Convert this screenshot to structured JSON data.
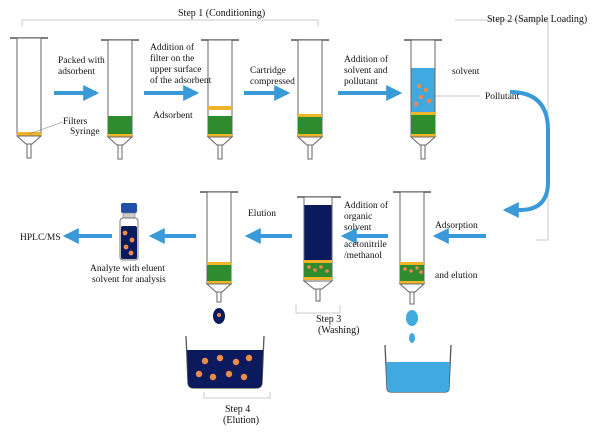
{
  "steps": {
    "s1": "Step 1  (Conditioning)",
    "s2": "Step 2  (Sample Loading)",
    "s3a": "Step 3",
    "s3b": "(Washing)",
    "s4a": "Step 4",
    "s4b": "(Elution)"
  },
  "labels": {
    "packed1": "Packed with",
    "packed2": "adsorbent",
    "filters": "Filters",
    "syringe": "Syringe",
    "addfilter1": "Addition of",
    "addfilter2": "filter on the",
    "addfilter3": "upper surface",
    "addfilter4": "of the adsorbent",
    "adsorbent": "Adsorbent",
    "cartridge1": "Cartridge",
    "cartridge2": "compressed",
    "addsolv1": "Addition of",
    "addsolv2": "solvent and",
    "addsolv3": "pollutant",
    "solvent": "solvent",
    "pollutant": "Pollutant",
    "adsorption": "Adsorption",
    "andelution": "and elution",
    "addorg1": "Addition of",
    "addorg2": "organic",
    "addorg3": "solvent",
    "acn1": "acetonitrile",
    "acn2": "/methanol",
    "elution": "Elution",
    "analyte1": "Analyte with eluent",
    "analyte2": "solvent for analysis",
    "hplc": "HPLC/MS"
  },
  "colors": {
    "arrow": "#3a9ad9",
    "adsorbent": "#2e8b2e",
    "filter": "#f0b429",
    "solvent_light": "#3fa9e0",
    "solvent_dark": "#0b1a5c",
    "pollutant": "#f08a4b"
  }
}
